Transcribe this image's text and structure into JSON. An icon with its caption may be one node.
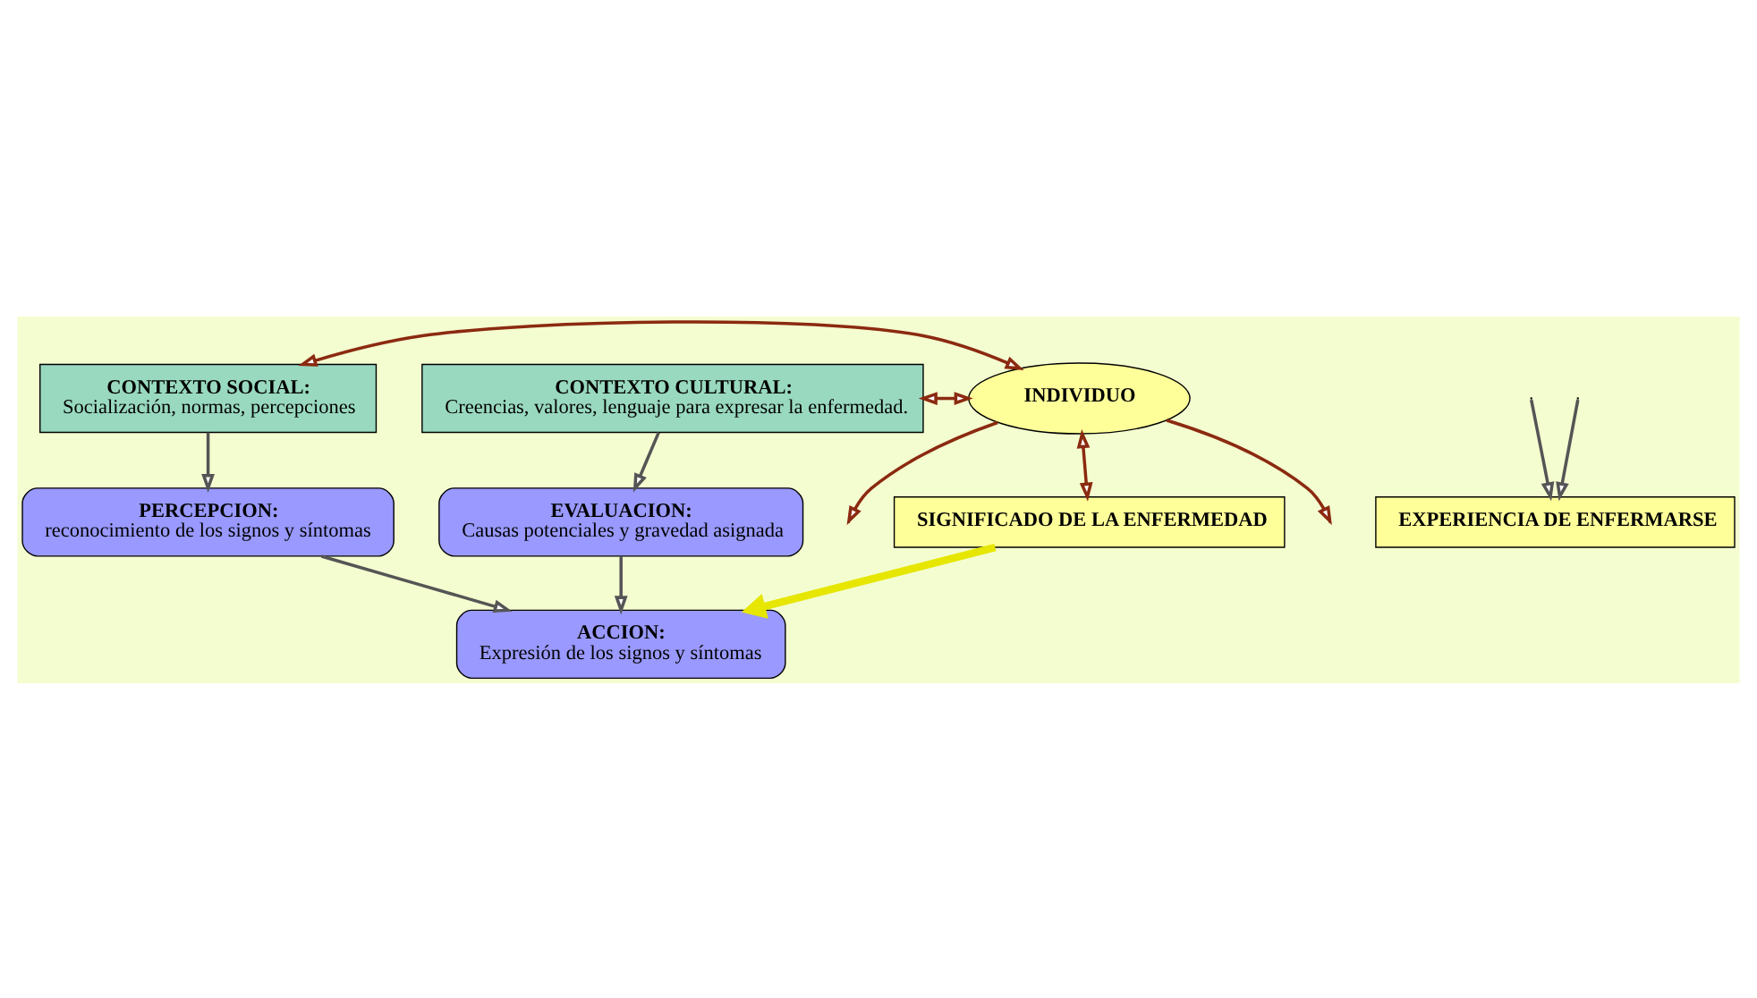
{
  "diagram": {
    "nodes": [
      {
        "text": [
          "CONTEXTO SOCIAL:",
          "Socialización, normas, percepciones"
        ]
      },
      {
        "text": [
          "CONTEXTO CULTURAL:",
          "Creencias, valores, lenguaje para expresar la enfermedad."
        ]
      },
      {
        "text": [
          "INDIVIDUO"
        ]
      },
      {
        "text": [
          "PERCEPCION:",
          "reconocimiento de los signos y síntomas"
        ]
      },
      {
        "text": [
          "SIGNIFICADO DE LA ENFERMEDAD"
        ]
      },
      {
        "text": [
          "EVALUACION:",
          "Causas potenciales y gravedad asignada"
        ]
      },
      {
        "text": [
          "ACCION:",
          "Expresión de los signos y síntomas"
        ]
      },
      {
        "text": [
          "EXPERIENCIA DE ENFERMARSE"
        ]
      }
    ],
    "edges": [
      {
        "from": 0,
        "to": 2,
        "arrow": "both",
        "color": "#8b2a10"
      },
      {
        "from": 1,
        "to": 2,
        "arrow": "both",
        "color": "#8b2a10"
      },
      {
        "from": 2,
        "to": 4,
        "arrow": "both",
        "color": "#8b2a10"
      },
      {
        "from": 2,
        "to": null,
        "arrow": "to",
        "color": "#8b2a10"
      },
      {
        "from": 2,
        "to": null,
        "arrow": "to",
        "color": "#8b2a10"
      },
      {
        "from": 0,
        "to": 3,
        "arrow": "to"
      },
      {
        "from": 1,
        "to": 5,
        "arrow": "to"
      },
      {
        "from": 4,
        "to": 6,
        "arrow": "to",
        "style": "thick",
        "color": "#e6e600"
      },
      {
        "from": 3,
        "to": 6,
        "arrow": "to"
      },
      {
        "from": 5,
        "to": 6,
        "arrow": "to"
      },
      {
        "from": null,
        "to": 7,
        "arrow": "to"
      },
      {
        "from": null,
        "to": 7,
        "arrow": "to"
      }
    ]
  }
}
